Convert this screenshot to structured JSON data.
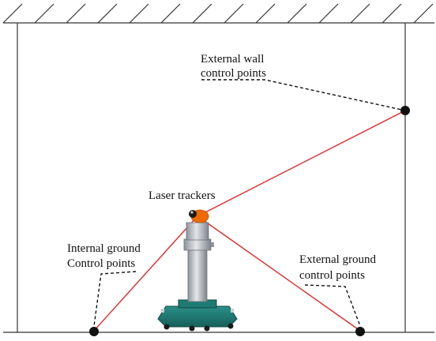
{
  "labels": {
    "external_wall_line1": "External wall",
    "external_wall_line2": "control points",
    "laser_trackers": "Laser trackers",
    "internal_ground_line1": "Internal ground",
    "internal_ground_line2": "Control points",
    "external_ground_line1": "External ground",
    "external_ground_line2": "control points"
  },
  "colors": {
    "beam": "#e8262a",
    "frame": "#333333",
    "control_point": "#111111",
    "tracker_head": "#f06a00",
    "tracker_base": "#1e7b74",
    "tracker_column": "#c9cdd3"
  }
}
